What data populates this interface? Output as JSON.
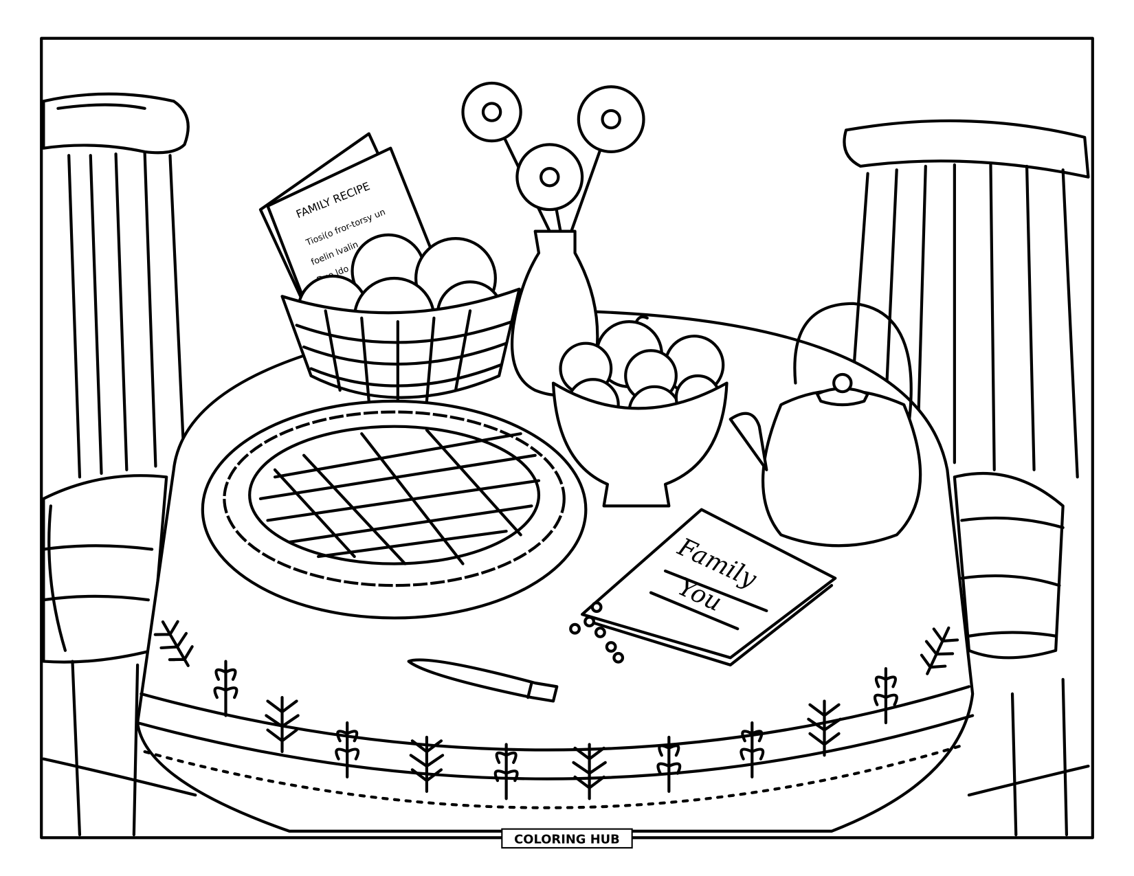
{
  "recipe_card": {
    "title": "FAMILY RECIPE",
    "lines": [
      "Tiosi(o fror-torsy un",
      "foelin lvalin",
      "Duo ldo"
    ]
  },
  "note_card": {
    "line1": "Family",
    "line2": "You"
  },
  "logo": {
    "text": "COLORING HUB"
  },
  "colors": {
    "line": "#000000",
    "background": "#ffffff"
  }
}
